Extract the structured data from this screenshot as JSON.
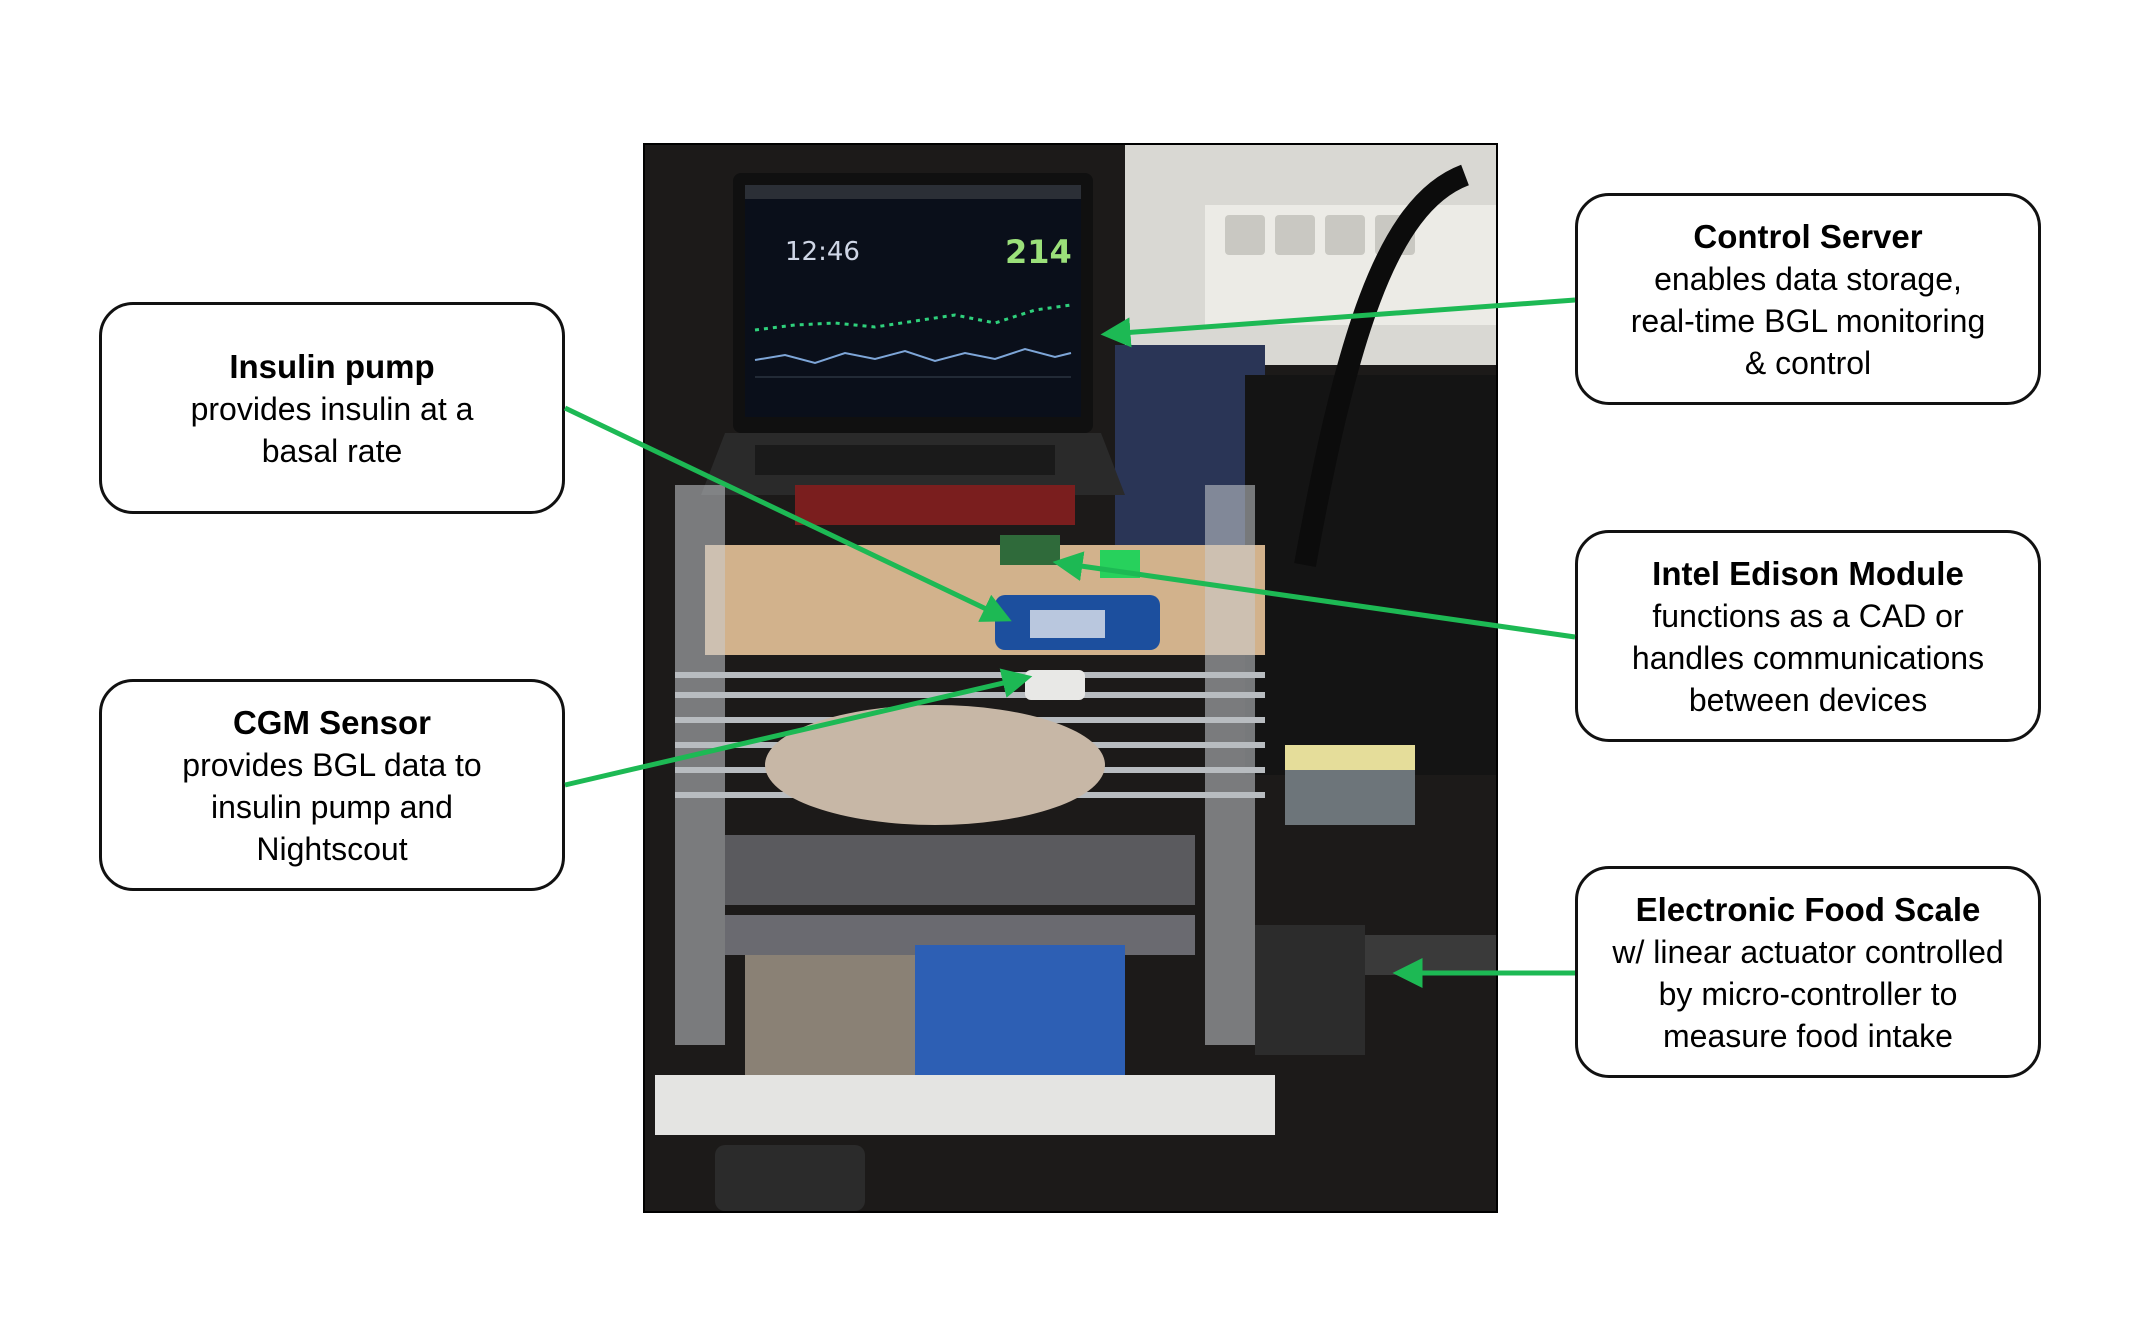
{
  "callouts": {
    "insulin_pump": {
      "title": "Insulin pump",
      "lines": [
        "provides insulin at a",
        "basal rate"
      ]
    },
    "cgm_sensor": {
      "title": "CGM Sensor",
      "lines": [
        "provides BGL data to",
        "insulin pump and",
        "Nightscout"
      ]
    },
    "control_server": {
      "title": "Control Server",
      "lines": [
        "enables data storage,",
        "real-time BGL monitoring",
        "& control"
      ]
    },
    "intel_edison": {
      "title": "Intel Edison Module",
      "lines": [
        "functions as a CAD or",
        "handles communications",
        "between devices"
      ]
    },
    "food_scale": {
      "title": "Electronic Food Scale",
      "lines": [
        "w/ linear actuator controlled",
        "by micro-controller to",
        "measure food intake"
      ]
    }
  },
  "screen": {
    "time": "12:46",
    "bgl": "214"
  },
  "colors": {
    "arrow": "#1db954",
    "box_border": "#111111"
  }
}
